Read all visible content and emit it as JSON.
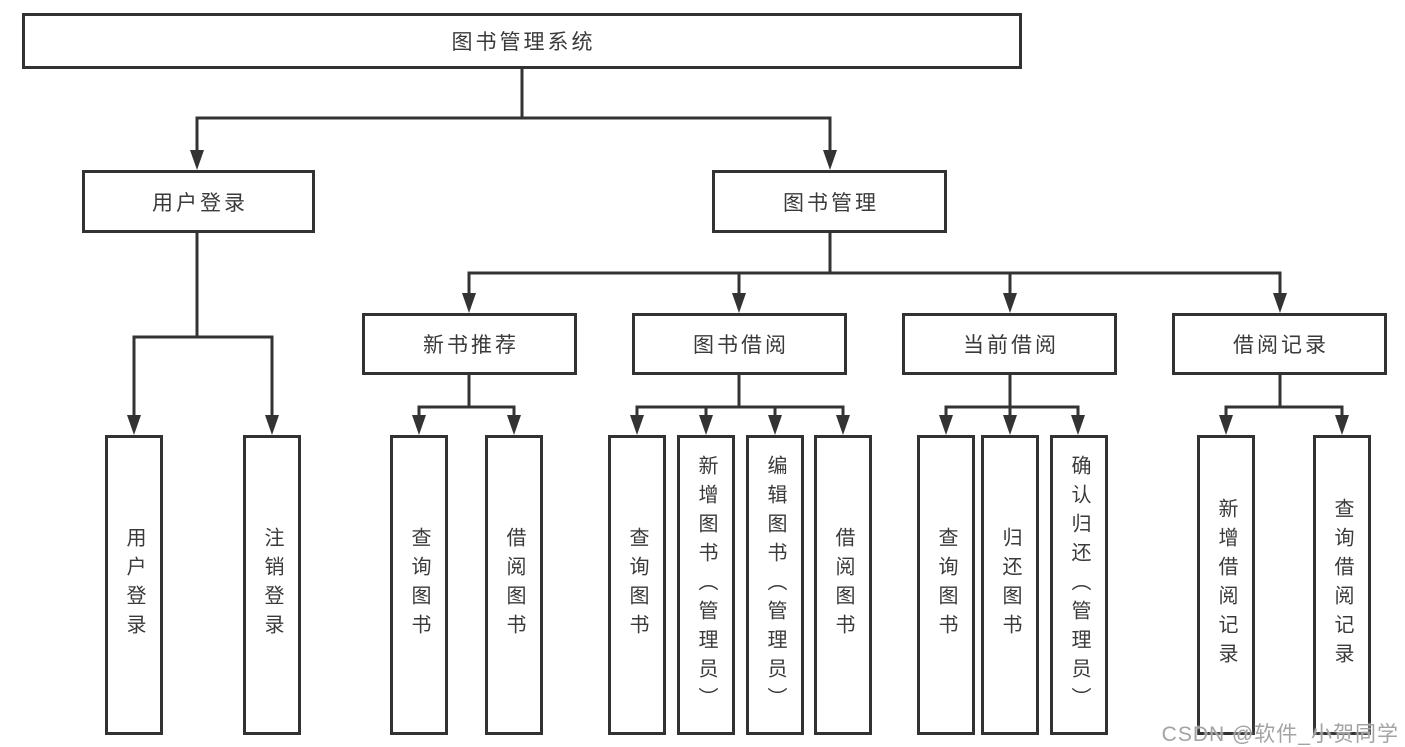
{
  "diagram": {
    "root": {
      "label": "图书管理系统"
    },
    "level2": {
      "user_login": {
        "label": "用户登录"
      },
      "book_mgmt": {
        "label": "图书管理"
      }
    },
    "level3": {
      "new_book_rec": {
        "label": "新书推荐"
      },
      "book_borrow": {
        "label": "图书借阅"
      },
      "current_borrow": {
        "label": "当前借阅"
      },
      "borrow_records": {
        "label": "借阅记录"
      }
    },
    "leaves": {
      "user_login_leaf": "用户登录",
      "logout_leaf": "注销登录",
      "query_books_rec": "查询图书",
      "borrow_books_rec": "借阅图书",
      "query_books_borrow": "查询图书",
      "add_books_admin": "新增图书（管理员）",
      "edit_books_admin": "编辑图书（管理员）",
      "borrow_books_borrow": "借阅图书",
      "query_books_current": "查询图书",
      "return_books": "归还图书",
      "confirm_return_admin": "确认归还（管理员）",
      "add_borrow_record": "新增借阅记录",
      "query_borrow_record": "查询借阅记录"
    }
  },
  "watermark": {
    "text": "CSDN @软件_小贺同学"
  },
  "colors": {
    "line": "#333333",
    "box_border": "#323232",
    "text": "#3a3a3a",
    "watermark": "#a3a3a3",
    "background": "#ffffff"
  }
}
